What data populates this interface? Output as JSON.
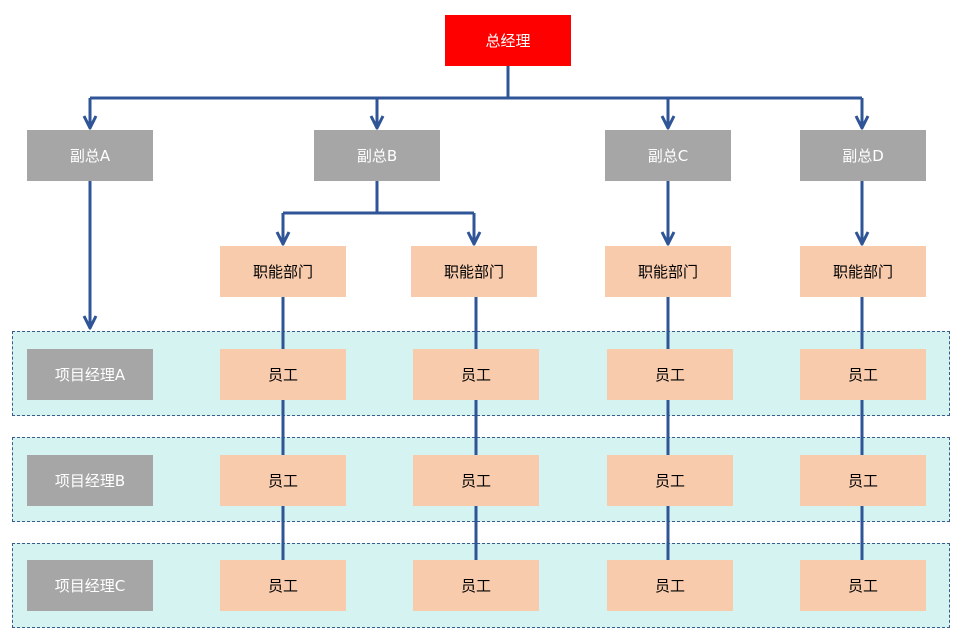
{
  "colors": {
    "ceo_bg": "#ff0000",
    "vp_bg": "#a6a6a6",
    "dept_bg": "#f8cbad",
    "band_bg": "#d5f3f0",
    "connector": "#2f5597"
  },
  "ceo": {
    "label": "总经理"
  },
  "vps": [
    {
      "label": "副总A"
    },
    {
      "label": "副总B"
    },
    {
      "label": "副总C"
    },
    {
      "label": "副总D"
    }
  ],
  "departments": [
    {
      "label": "职能部门"
    },
    {
      "label": "职能部门"
    },
    {
      "label": "职能部门"
    },
    {
      "label": "职能部门"
    }
  ],
  "project_managers": [
    {
      "label": "项目经理A"
    },
    {
      "label": "项目经理B"
    },
    {
      "label": "项目经理C"
    }
  ],
  "employee_label": "员工"
}
